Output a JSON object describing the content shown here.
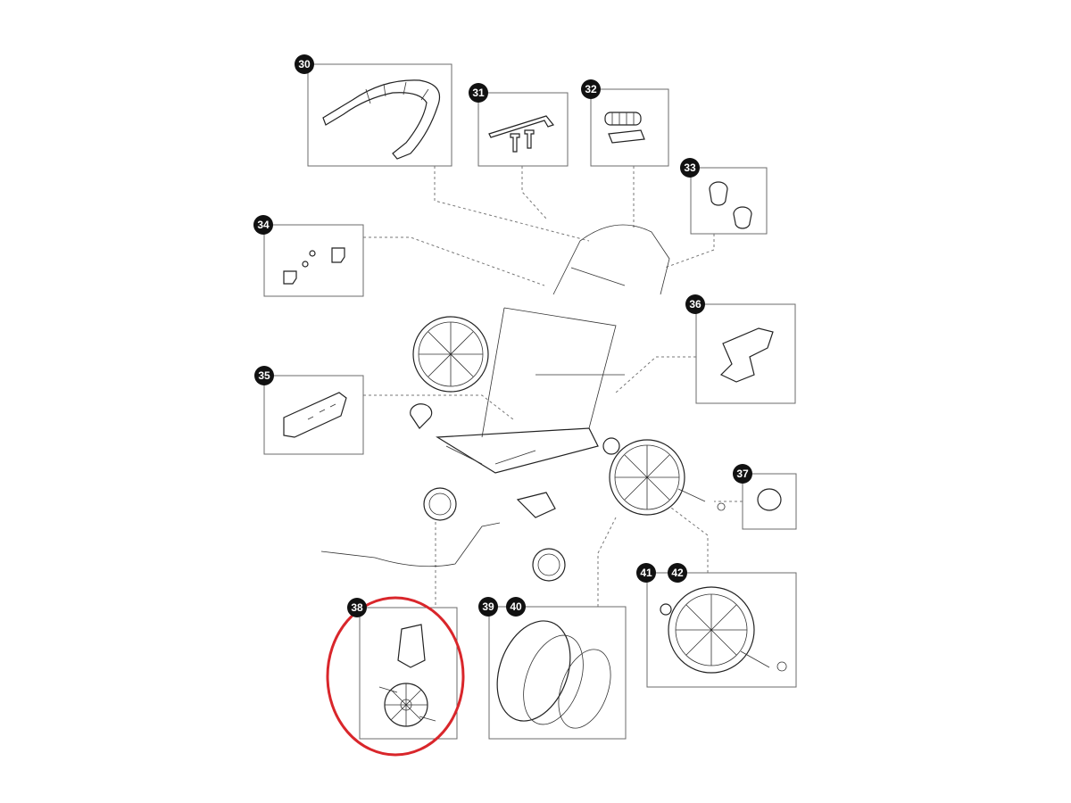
{
  "callouts": {
    "c30": "30",
    "c31": "31",
    "c32": "32",
    "c33": "33",
    "c34": "34",
    "c35": "35",
    "c36": "36",
    "c37": "37",
    "c38": "38",
    "c39": "39",
    "c40": "40",
    "c41": "41",
    "c42": "42"
  },
  "highlight": {
    "part": "38",
    "color": "#d9262b"
  }
}
